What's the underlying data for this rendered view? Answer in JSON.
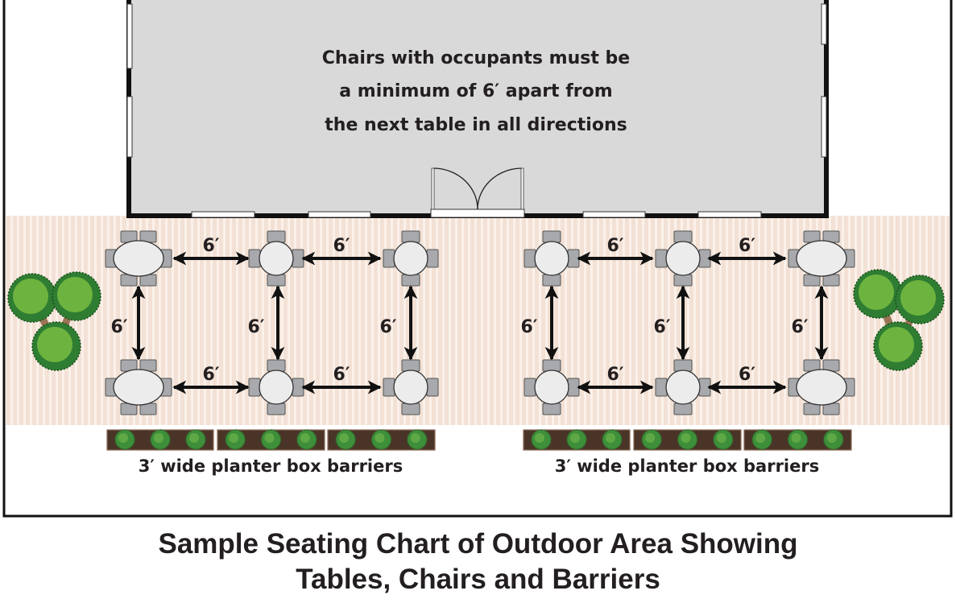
{
  "building": {
    "note_lines": [
      "Chairs with occupants must be",
      "a minimum of 6′ apart from",
      "the next table in all directions"
    ]
  },
  "spacing_label": "6′",
  "planters": {
    "left_label": "3′ wide planter box barriers",
    "right_label": "3′ wide planter box barriers"
  },
  "caption": {
    "line1": "Sample Seating Chart of Outdoor Area Showing",
    "line2": "Tables, Chairs and Barriers"
  },
  "colors": {
    "building": "#d9d9d9",
    "deck": "#f3e1d5",
    "deck_stripe": "#fbf1ea",
    "chair": "#a7a9ac",
    "table": "#ececec",
    "planter": "#4a3428",
    "shrub": "#3e8f3a",
    "tree_light": "#6db33f",
    "tree_dark": "#2e7d32"
  }
}
